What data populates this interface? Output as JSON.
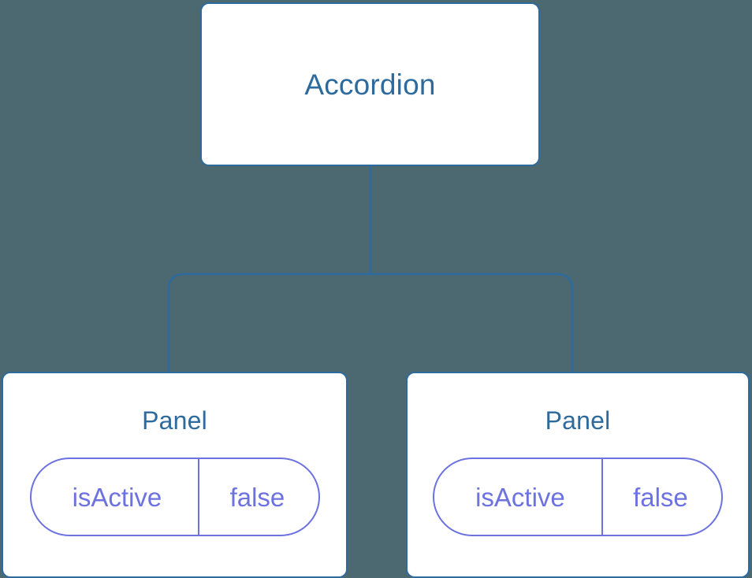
{
  "diagram": {
    "type": "component-tree",
    "background_color": "#4C6871",
    "node_fill": "#FFFFFF",
    "node_border_color": "#2D6A9E",
    "node_text_color": "#2D6A9E",
    "pill_color": "#6C72E0",
    "edge_color": "#2D6A9E",
    "root": {
      "label": "Accordion"
    },
    "children": [
      {
        "label": "Panel",
        "state": {
          "key": "isActive",
          "value": "false"
        }
      },
      {
        "label": "Panel",
        "state": {
          "key": "isActive",
          "value": "false"
        }
      }
    ]
  }
}
